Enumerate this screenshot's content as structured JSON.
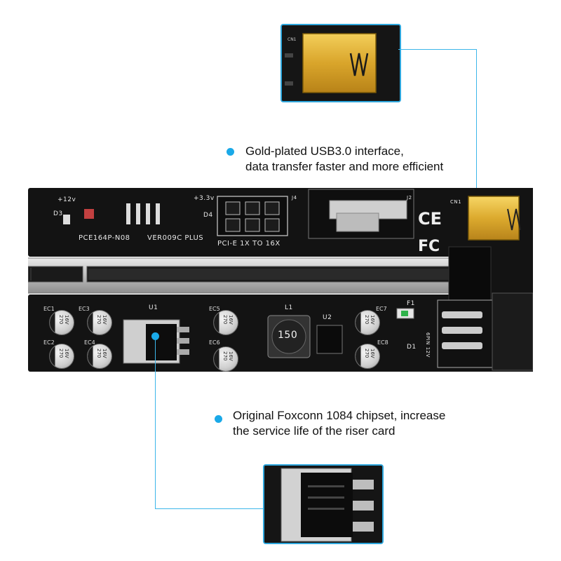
{
  "captions": {
    "usb": {
      "line1": "Gold-plated USB3.0 interface,",
      "line2": "data transfer faster and more efficient"
    },
    "chip": {
      "line1": "Original Foxconn 1084 chipset, increase",
      "line2": "the service life of the riser card"
    }
  },
  "colors": {
    "accent": "#1aa9e8",
    "pcb": "#121212",
    "gold": "#d9a92a"
  },
  "pcb_labels": {
    "v12": "+12v",
    "v33": "+3.3v",
    "model": "PCE164P-N08",
    "version": "VER009C PLUS",
    "pcie": "PCI-E  1X  TO  16X",
    "inductor": "150",
    "cn1": "CN1",
    "ec1": "EC1",
    "ec2": "EC2",
    "ec3": "EC3",
    "ec4": "EC4",
    "ec5": "EC5",
    "ec6": "EC6",
    "ec7": "EC7",
    "ec8": "EC8",
    "u1": "U1",
    "u2": "U2",
    "l1": "L1",
    "d1": "D1",
    "d3": "D3",
    "d4": "D4",
    "f1": "F1",
    "j2": "J2",
    "j4": "J4",
    "pin6": "6PIN 12V",
    "cap_rating": "16V 270"
  },
  "icons": [
    "usb-icon",
    "ce-mark-icon",
    "fcc-mark-icon",
    "mosfet-icon"
  ]
}
